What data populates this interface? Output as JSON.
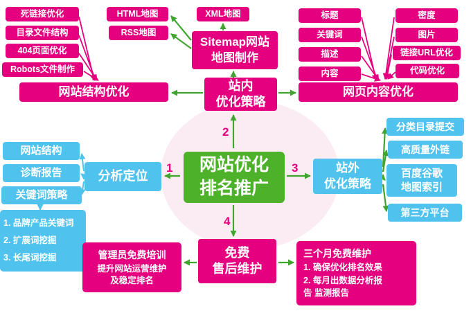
{
  "colors": {
    "pink": "#e5007f",
    "blue": "#4fc3ee",
    "green": "#4db22a",
    "arrow_green": "#3fa52e",
    "bg_circle": "#fbecf4"
  },
  "center": {
    "line1": "网站优化",
    "line2": "排名推广"
  },
  "numbers": {
    "n1": "1",
    "n2": "2",
    "n3": "3",
    "n4": "4"
  },
  "onpage": {
    "line1": "站内",
    "line2": "优化策略"
  },
  "sitemap": {
    "line1": "Sitemap网站",
    "line2": "地图制作",
    "html": "HTML地图",
    "rss": "RSS地图",
    "xml": "XML地图"
  },
  "structure": {
    "bar": "网站结构优化",
    "items": [
      "死链接优化",
      "目录文件结构",
      "404页面优化",
      "Robots文件制作"
    ]
  },
  "content": {
    "bar": "网页内容优化",
    "left_items": [
      "标题",
      "关键词",
      "描述",
      "内容"
    ],
    "right_items": [
      "密度",
      "图片",
      "链接URL优化",
      "代码优化"
    ]
  },
  "analysis": {
    "label": "分析定位",
    "items": [
      "网站结构",
      "诊断报告",
      "关键词策略"
    ],
    "keywords": [
      "1. 品牌产品关键词",
      "2. 扩展词挖掘",
      "3. 长尾词挖掘"
    ]
  },
  "offpage": {
    "line1": "站外",
    "line2": "优化策略",
    "item1": "分类目录提交",
    "item2": "高质量外链",
    "item3_line1": "百度谷歌",
    "item3_line2": "地图索引",
    "item4": "第三方平台"
  },
  "aftersales": {
    "line1": "免费",
    "line2": "售后维护",
    "training_title": "管理员免费培训",
    "training_line1": "提升网站运营维护",
    "training_line2": "及稳定排名",
    "maintain_title": "三个月免费维护",
    "maintain_line1": "1. 确保优化排名效果",
    "maintain_line2": "2. 每月出数据分析报",
    "maintain_line3": "告  监测报告"
  }
}
